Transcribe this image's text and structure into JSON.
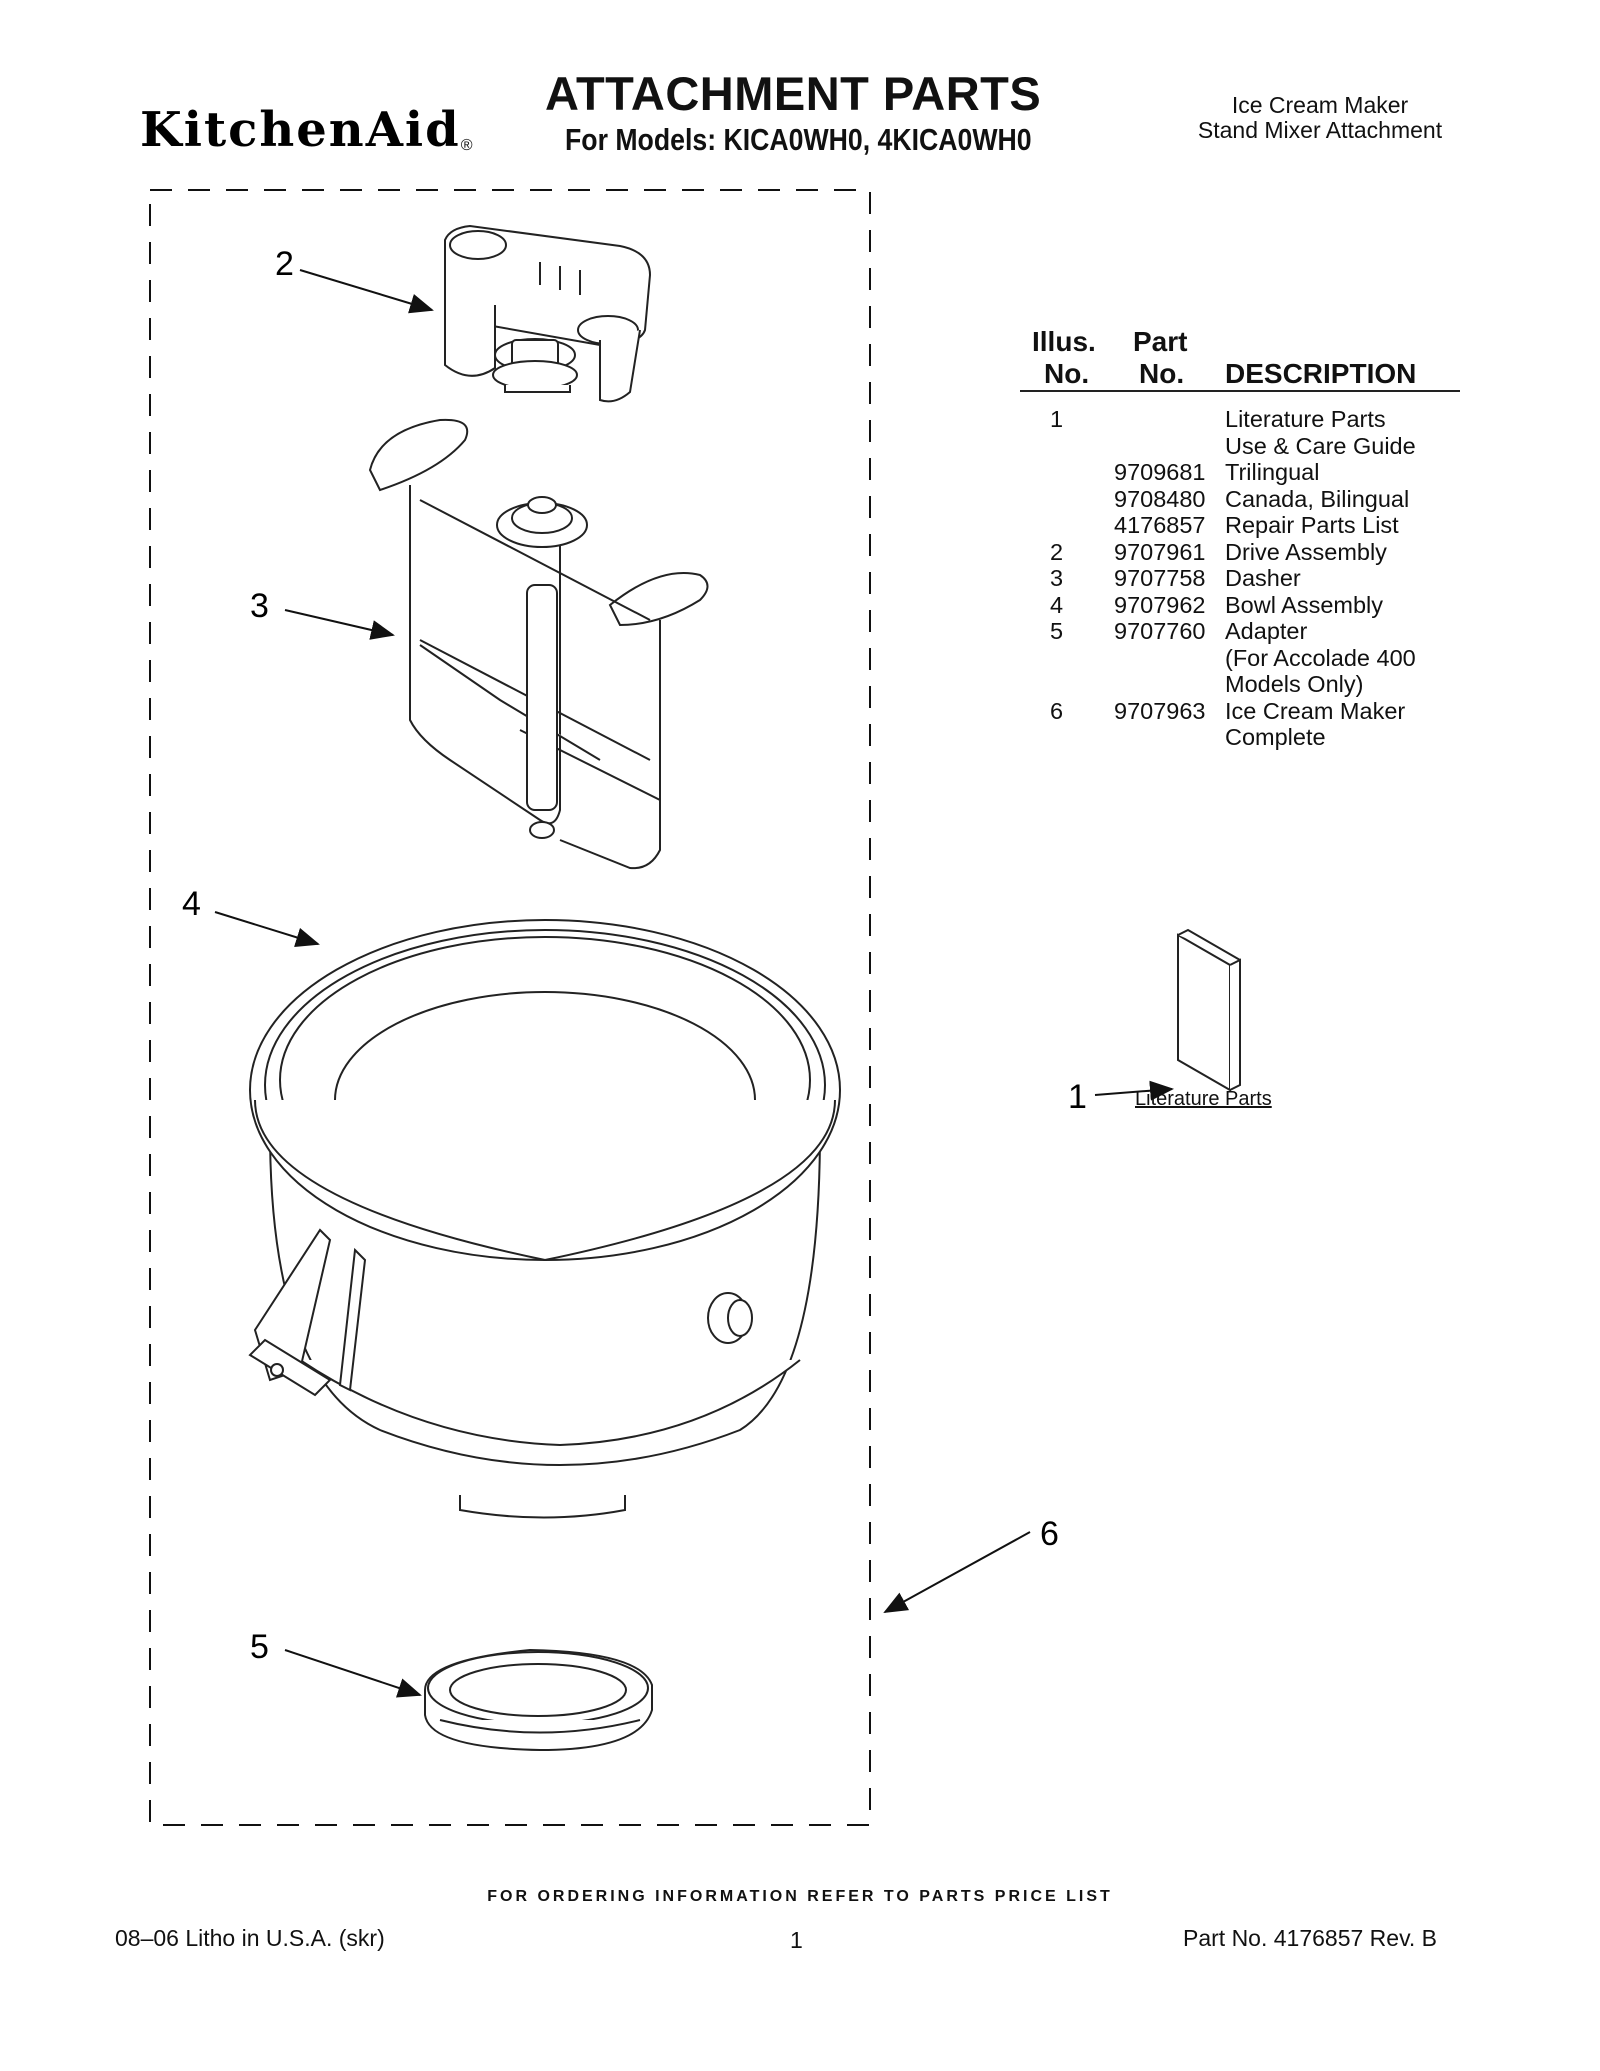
{
  "header": {
    "brand": "KitchenAid",
    "title": "ATTACHMENT PARTS",
    "subtitle": "For Models: KICA0WH0, 4KICA0WH0",
    "product_line1": "Ice Cream Maker",
    "product_line2": "Stand Mixer Attachment"
  },
  "diagram": {
    "callouts": [
      "1",
      "2",
      "3",
      "4",
      "5",
      "6"
    ],
    "literature_caption": "Literature Parts"
  },
  "parts_table": {
    "headers": {
      "illus_line1": "Illus.",
      "illus_line2": "No.",
      "part_line1": "Part",
      "part_line2": "No.",
      "description": "DESCRIPTION"
    },
    "rows": [
      {
        "illus": "1",
        "part": "",
        "desc": "Literature Parts"
      },
      {
        "illus": "",
        "part": "",
        "desc": "Use & Care Guide"
      },
      {
        "illus": "",
        "part": "9709681",
        "desc": "Trilingual"
      },
      {
        "illus": "",
        "part": "9708480",
        "desc": "Canada, Bilingual"
      },
      {
        "illus": "",
        "part": "4176857",
        "desc": "Repair Parts List"
      },
      {
        "illus": "2",
        "part": "9707961",
        "desc": "Drive Assembly"
      },
      {
        "illus": "3",
        "part": "9707758",
        "desc": "Dasher"
      },
      {
        "illus": "4",
        "part": "9707962",
        "desc": "Bowl Assembly"
      },
      {
        "illus": "5",
        "part": "9707760",
        "desc": "Adapter"
      },
      {
        "illus": "",
        "part": "",
        "desc": "(For Accolade 400"
      },
      {
        "illus": "",
        "part": "",
        "desc": " Models Only)"
      },
      {
        "illus": "6",
        "part": "9707963",
        "desc": "Ice Cream Maker"
      },
      {
        "illus": "",
        "part": "",
        "desc": "Complete"
      }
    ]
  },
  "footer": {
    "order_info": "FOR ORDERING INFORMATION REFER TO PARTS PRICE LIST",
    "litho": "08–06 Litho in U.S.A. (skr)",
    "page": "1",
    "part_no": "Part No. 4176857 Rev. B"
  }
}
